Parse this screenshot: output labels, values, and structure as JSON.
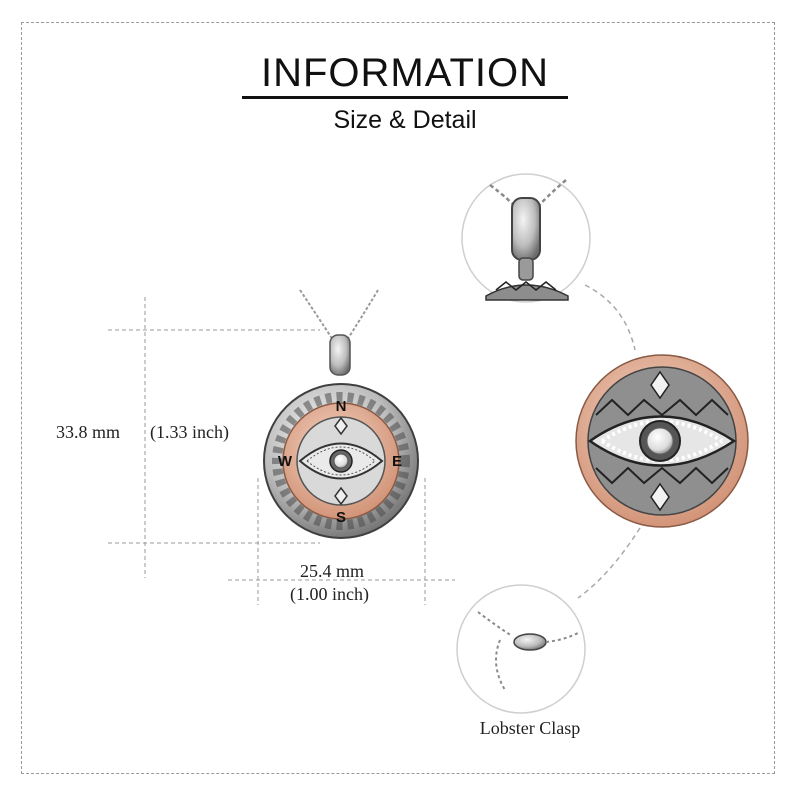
{
  "header": {
    "title": "INFORMATION",
    "subtitle": "Size & Detail"
  },
  "dimensions": {
    "height_mm": "33.8 mm",
    "height_in": "(1.33 inch)",
    "width_mm": "25.4 mm",
    "width_in": "(1.00 inch)"
  },
  "compass": {
    "north": "N",
    "east": "E",
    "south": "S",
    "west": "W"
  },
  "details": {
    "clasp_label": "Lobster  Clasp"
  },
  "colors": {
    "silver": "#b9b9b9",
    "dark_silver": "#5e5e5e",
    "rose_gold": "#e7b59d",
    "guide_line": "#9a9a9a"
  }
}
